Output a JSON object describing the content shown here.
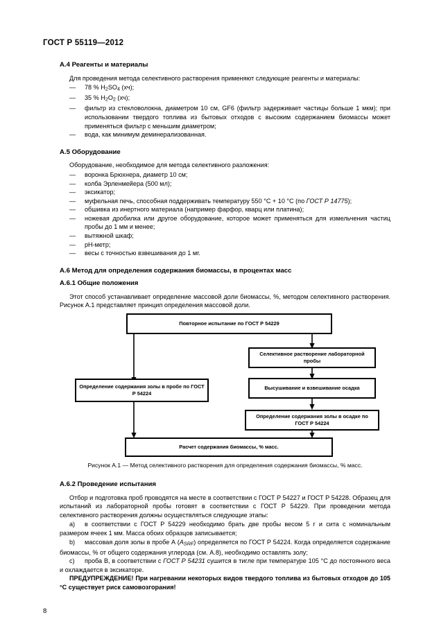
{
  "document": {
    "header": "ГОСТ Р 55119—2012",
    "page_number": "8"
  },
  "sections": {
    "a4": {
      "heading": "A.4 Реагенты и материалы",
      "intro": "Для проведения метода селективного растворения применяют следующие реагенты и материалы:",
      "item1": "78 % H2SO4 (хч);",
      "item2": "35 % H2O2 (хч);",
      "item3": "фильтр из стекловолокна, диаметром 10 см, GF6 (фильтр задерживает частицы больше 1 мкм); при использовании твердого топлива из бытовых отходов с высоким содержанием биомассы может применяться фильтр с меньшим диаметром;",
      "item4": "вода, как минимум деминерализованная."
    },
    "a5": {
      "heading": "A.5 Оборудование",
      "intro": "Оборудование, необходимое для метода селективного разложения:",
      "items": [
        "воронка Брюхнера, диаметр 10 см;",
        "колба Эрленмейера (500 мл);",
        "эксикатор;",
        "муфельная печь, способная поддерживать температуру 550 °С + 10 °С (по ГОСТ Р 14775);",
        "обшивка из инертного материала (например фарфор, кварц или платина);",
        "ножевая дробилка или другое оборудование, которое может применяться для измельчения частиц пробы до 1 мм и менее;",
        "вытяжной шкаф;",
        "pH-метр;",
        "весы с точностью взвешивания до 1 мг."
      ]
    },
    "a6": {
      "heading": "A.6 Метод для определения содержания биомассы, в процентах масс",
      "sub1_heading": "A.6.1 Общие положения",
      "sub1_p1": "Этот способ устанавливает определение массовой доли биомассы, %, методом селективного растворения. Рисунок А.1 представляет принцип определения массовой доли.",
      "sub2_heading": "A.6.2 Проведение испытания",
      "sub2_p1": "Отбор и подготовка проб проводятся на месте в соответствии с ГОСТ Р 54227 и ГОСТ Р 54228. Образец для испытаний из лабораторной пробы готовят в соответствии с ГОСТ Р 54229. При проведении метода селективного растворения должны осуществляться следующие этапы:",
      "item_a_marker": "a)",
      "item_a": "в соответствии с ГОСТ Р 54229 необходимо брать две пробы весом 5 г и сита с номинальным размером ячеек 1 мм. Масса обоих образцов записывается;",
      "item_b_marker": "b)",
      "item_b_part1": "массовая доля золы в пробе А (A",
      "item_b_sub": "SRF",
      "item_b_part2": ") определяется по ГОСТ Р 54224. Когда определяется содержание биомассы, % от общего содержания углерода (см. А.8), необходимо оставлять золу;",
      "item_c_marker": "c)",
      "item_c_part1": "проба В, в соответствии с ",
      "item_c_italic": "ГОСТ Р 54231",
      "item_c_part2": " сушится в тигле при температуре 105 °С до постоянного веса и охлаждается в эксикаторе.",
      "warning": "ПРЕДУПРЕЖДЕНИЕ! При нагревании некоторых видов твердого топлива из бытовых отходов до 105 °С существует риск самовозгорания!"
    }
  },
  "figure": {
    "caption": "Рисунок А.1 — Метод селективного растворения для определения содержания биомассы, % масс.",
    "boxes": {
      "top": "Повторное испытание по ГОСТ Р 54229",
      "right1": "Селективное растворение лабораторной пробы",
      "left1": "Определение содержания золы в пробе по ГОСТ Р 54224",
      "right2": "Высушивание и взвешивание осадка",
      "right3": "Определение содержания золы в осадке по ГОСТ Р 54224",
      "bottom": "Расчет содержания биомассы, % масс."
    }
  }
}
